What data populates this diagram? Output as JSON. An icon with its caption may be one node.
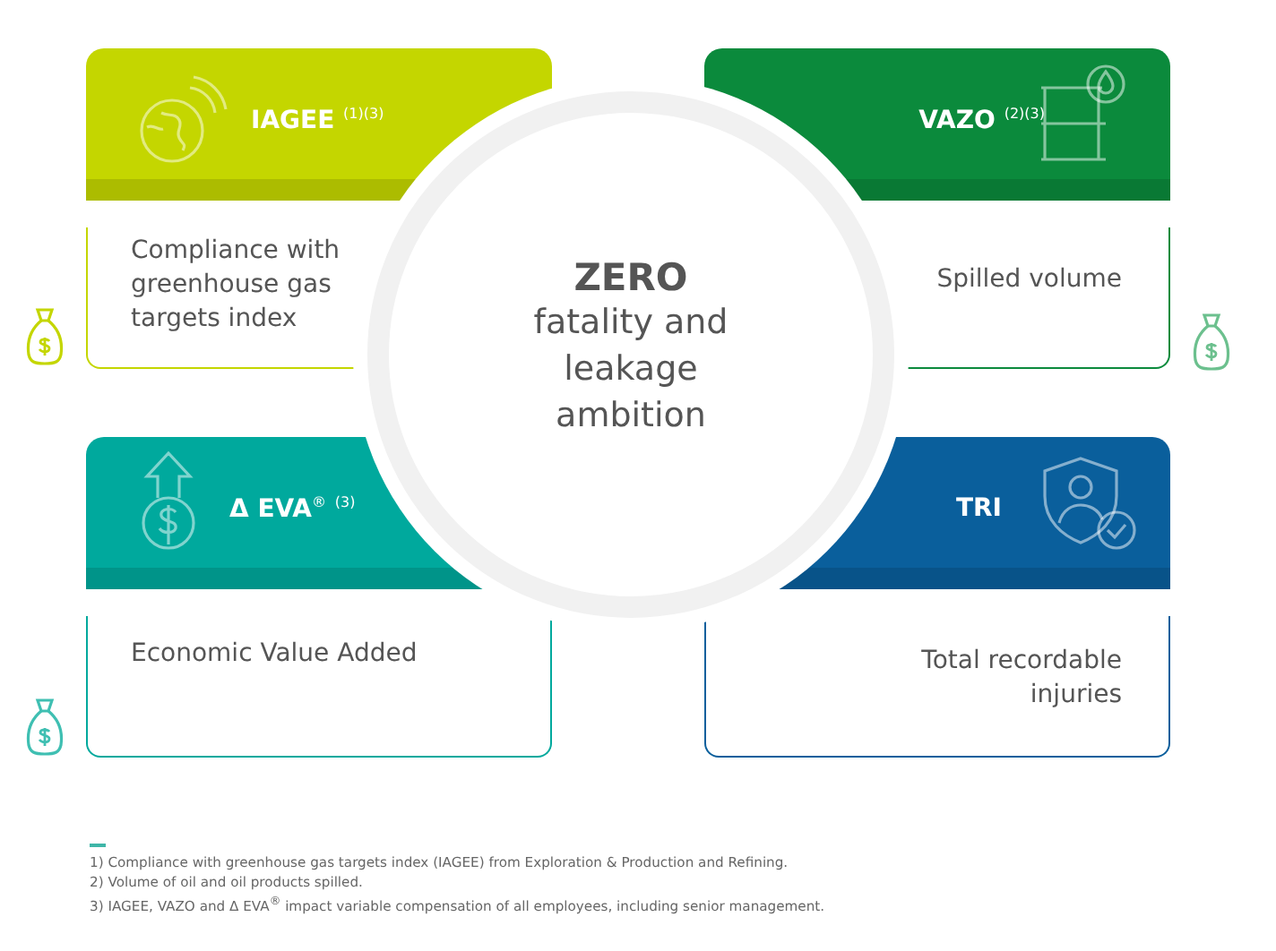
{
  "diagram": {
    "nodes": [
      {
        "text": [
          "IAGEE $^{(1)(3)}$",
          "Compliance with greenhouse gas targets index"
        ]
      },
      {
        "text": [
          "VAZO $^{(2)(3)}$",
          "Spilled volume"
        ]
      },
      {
        "text": [
          "Δ EVA$^{®}$ $^{(3)}$",
          "Economic Value Added"
        ]
      },
      {
        "text": [
          "TRI",
          "Total recordable injuries"
        ]
      },
      {
        "text": [
          "ZERO",
          "fatality and leakage ambition"
        ]
      }
    ],
    "labels": [
      "1) Compliance with greenhouse gas targets index (IAGEE) from Exploration & Production and Refining.",
      "2) Volume of oil and oil products spilled.",
      "3) IAGEE, VAZO and Δ EVA$^{®}$ impact variable compensation of all employees, including senior management."
    ]
  }
}
